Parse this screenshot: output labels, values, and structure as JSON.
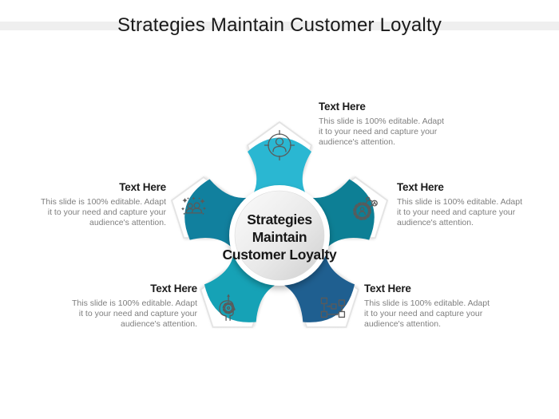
{
  "slide": {
    "title": "Strategies Maintain Customer Loyalty",
    "center_circle": {
      "line1": "Strategies",
      "line2": "Maintain",
      "line3": "Customer Loyalty"
    },
    "petals": [
      {
        "position": "top",
        "icon": "user-target-icon",
        "color": "#2ab7d2"
      },
      {
        "position": "right",
        "icon": "gear-network-icon",
        "color": "#0d7f95"
      },
      {
        "position": "bottom-right",
        "icon": "workflow-icon",
        "color": "#1f5f90"
      },
      {
        "position": "bottom-left",
        "icon": "creative-mind-icon",
        "color": "#16a2b6"
      },
      {
        "position": "left",
        "icon": "audience-icon",
        "color": "#11809e"
      }
    ],
    "text_blocks": [
      {
        "position": "top",
        "heading": "Text Here",
        "body_line1": "This slide is 100% editable. Adapt",
        "body_line2": "it to your need and capture your",
        "body_line3": "audience's attention."
      },
      {
        "position": "right",
        "heading": "Text Here",
        "body_line1": "This slide is 100% editable. Adapt",
        "body_line2": "it to your need and capture your",
        "body_line3": "audience's attention."
      },
      {
        "position": "bottom-right",
        "heading": "Text Here",
        "body_line1": "This slide is 100% editable. Adapt",
        "body_line2": "it to your need and capture your",
        "body_line3": "audience's attention."
      },
      {
        "position": "bottom-left",
        "heading": "Text Here",
        "body_line1": "This slide is 100% editable. Adapt",
        "body_line2": "it to your need and capture your",
        "body_line3": "audience's attention."
      },
      {
        "position": "left",
        "heading": "Text Here",
        "body_line1": "This slide is 100% editable. Adapt",
        "body_line2": "it to your need and capture your",
        "body_line3": "audience's attention."
      }
    ]
  }
}
